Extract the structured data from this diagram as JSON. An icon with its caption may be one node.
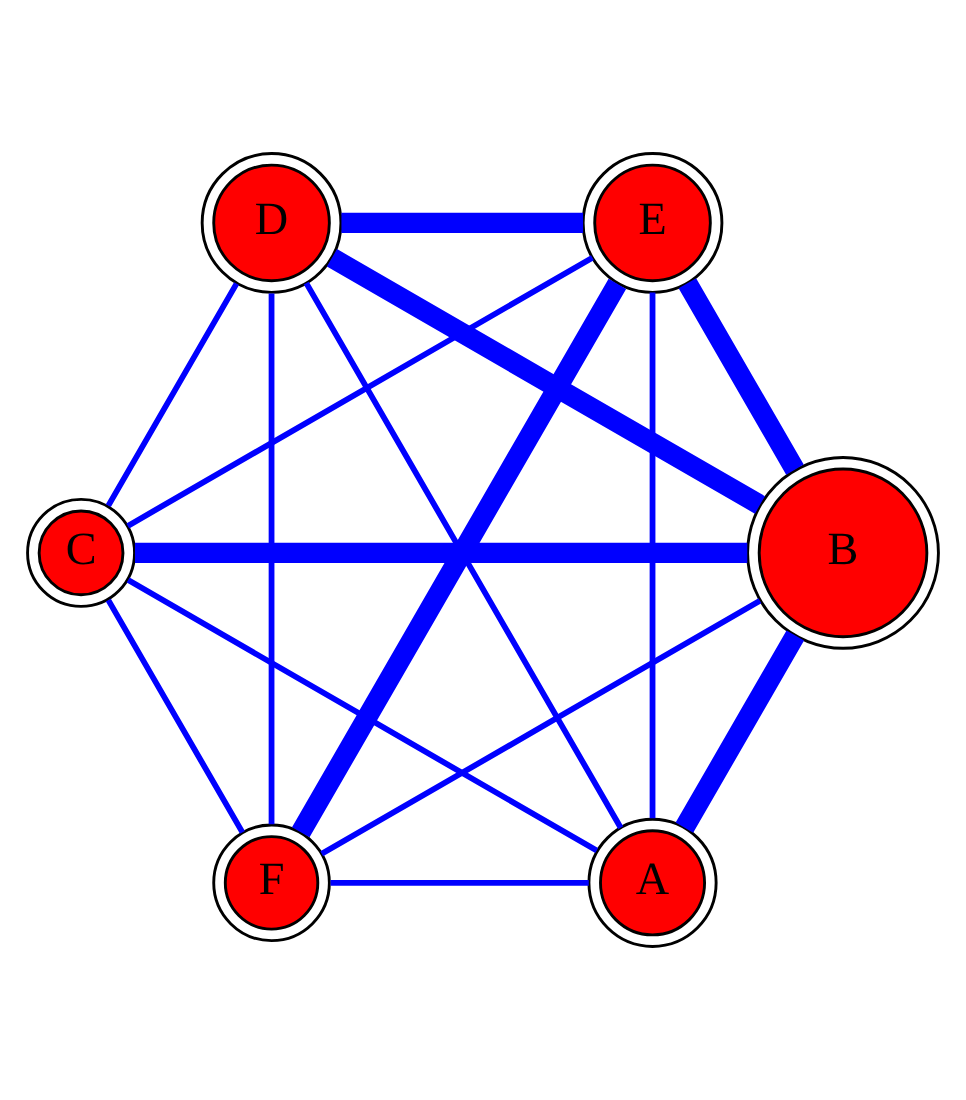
{
  "diagram": {
    "nodes": [
      {
        "text": [
          "A"
        ]
      },
      {
        "text": [
          "B"
        ]
      },
      {
        "text": [
          "C"
        ]
      },
      {
        "text": [
          "D"
        ]
      },
      {
        "text": [
          "E"
        ]
      },
      {
        "text": [
          "F"
        ]
      }
    ],
    "edges": [
      {
        "from": 0,
        "to": 1,
        "arrow": "none",
        "style": "thick"
      },
      {
        "from": 0,
        "to": 2,
        "arrow": "none"
      },
      {
        "from": 0,
        "to": 3,
        "arrow": "none"
      },
      {
        "from": 0,
        "to": 4,
        "arrow": "none"
      },
      {
        "from": 0,
        "to": 5,
        "arrow": "none"
      },
      {
        "from": 1,
        "to": 2,
        "arrow": "none",
        "style": "thick"
      },
      {
        "from": 1,
        "to": 3,
        "arrow": "none",
        "style": "thick"
      },
      {
        "from": 1,
        "to": 4,
        "arrow": "none",
        "style": "thick"
      },
      {
        "from": 1,
        "to": 5,
        "arrow": "none"
      },
      {
        "from": 2,
        "to": 3,
        "arrow": "none"
      },
      {
        "from": 2,
        "to": 4,
        "arrow": "none"
      },
      {
        "from": 2,
        "to": 5,
        "arrow": "none"
      },
      {
        "from": 3,
        "to": 4,
        "arrow": "none",
        "style": "thick"
      },
      {
        "from": 3,
        "to": 5,
        "arrow": "none"
      },
      {
        "from": 4,
        "to": 5,
        "arrow": "none",
        "style": "thick"
      }
    ]
  }
}
